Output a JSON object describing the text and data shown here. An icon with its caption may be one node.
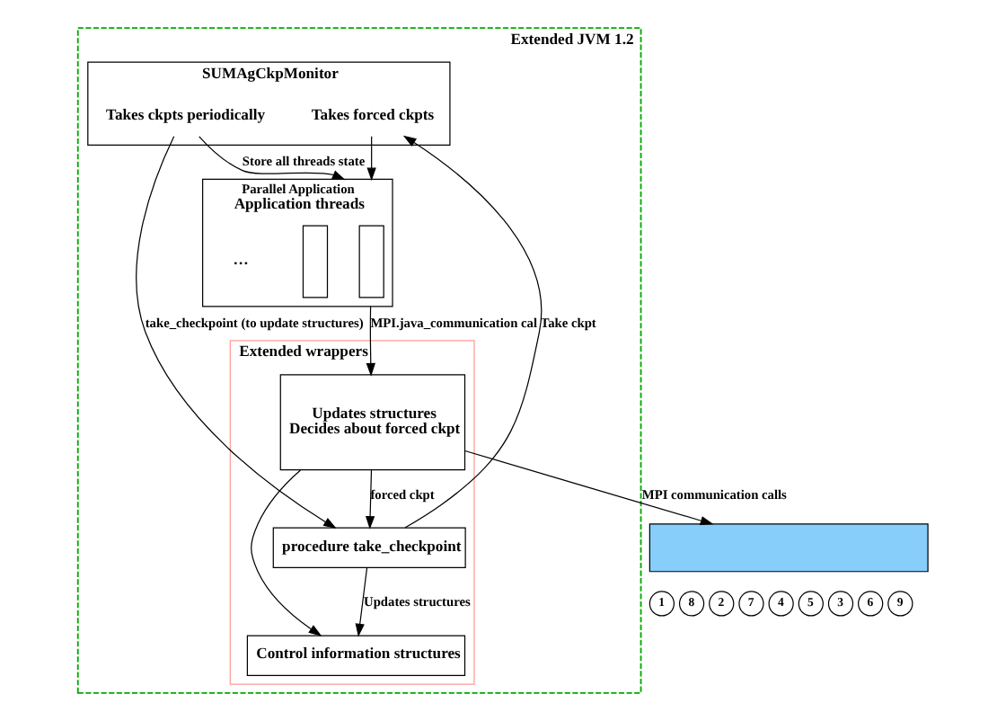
{
  "diagram": {
    "nodes": [
      {
        "text": [
          "Extended JVM 1.2"
        ]
      },
      {
        "text": [
          "SUMAgCkpMonitor"
        ],
        "in": 0
      },
      {
        "text": [
          "Takes ckpts periodically"
        ],
        "in": 1
      },
      {
        "text": [
          "Takes forced ckpts"
        ],
        "in": 1
      },
      {
        "text": [
          "Parallel Application",
          "Application threads"
        ],
        "in": 0
      },
      {
        "text": [],
        "shape": "box",
        "in": 4
      },
      {
        "text": [],
        "shape": "box",
        "in": 4
      },
      {
        "text": [
          "Extended wrappers"
        ],
        "in": 0
      },
      {
        "text": [
          "Control information structures"
        ],
        "in": 7
      },
      {
        "text": [
          "Updates structures",
          "Decides about forced ckpt"
        ],
        "in": 7
      },
      {
        "text": [
          "procedure take_checkpoint"
        ],
        "in": 7
      },
      {
        "text": [],
        "shape": "box"
      }
    ],
    "edges": [
      {
        "from": 2,
        "to": 4,
        "arrow": "to",
        "label": "Store all threads state"
      },
      {
        "from": 3,
        "to": 4,
        "arrow": "to"
      },
      {
        "from": 2,
        "to": 10,
        "arrow": "to",
        "label": "take_checkpoint (to update structures)"
      },
      {
        "from": 10,
        "to": 3,
        "arrow": "to",
        "label": "Take ckpt"
      },
      {
        "from": 4,
        "to": 9,
        "arrow": "to",
        "label": "MPI.java_communication cal"
      },
      {
        "from": 9,
        "to": 8,
        "arrow": "to"
      },
      {
        "from": 10,
        "to": 8,
        "arrow": "to",
        "label": "Updates structures"
      },
      {
        "from": 9,
        "to": 10,
        "arrow": "to",
        "label": "forced ckpt"
      },
      {
        "from": 9,
        "to": 11,
        "arrow": "to",
        "label": "MPI communication calls"
      }
    ],
    "labels": [
      "1",
      "8",
      "2",
      "7",
      "4",
      "5",
      "3",
      "6",
      "9",
      "…"
    ]
  }
}
